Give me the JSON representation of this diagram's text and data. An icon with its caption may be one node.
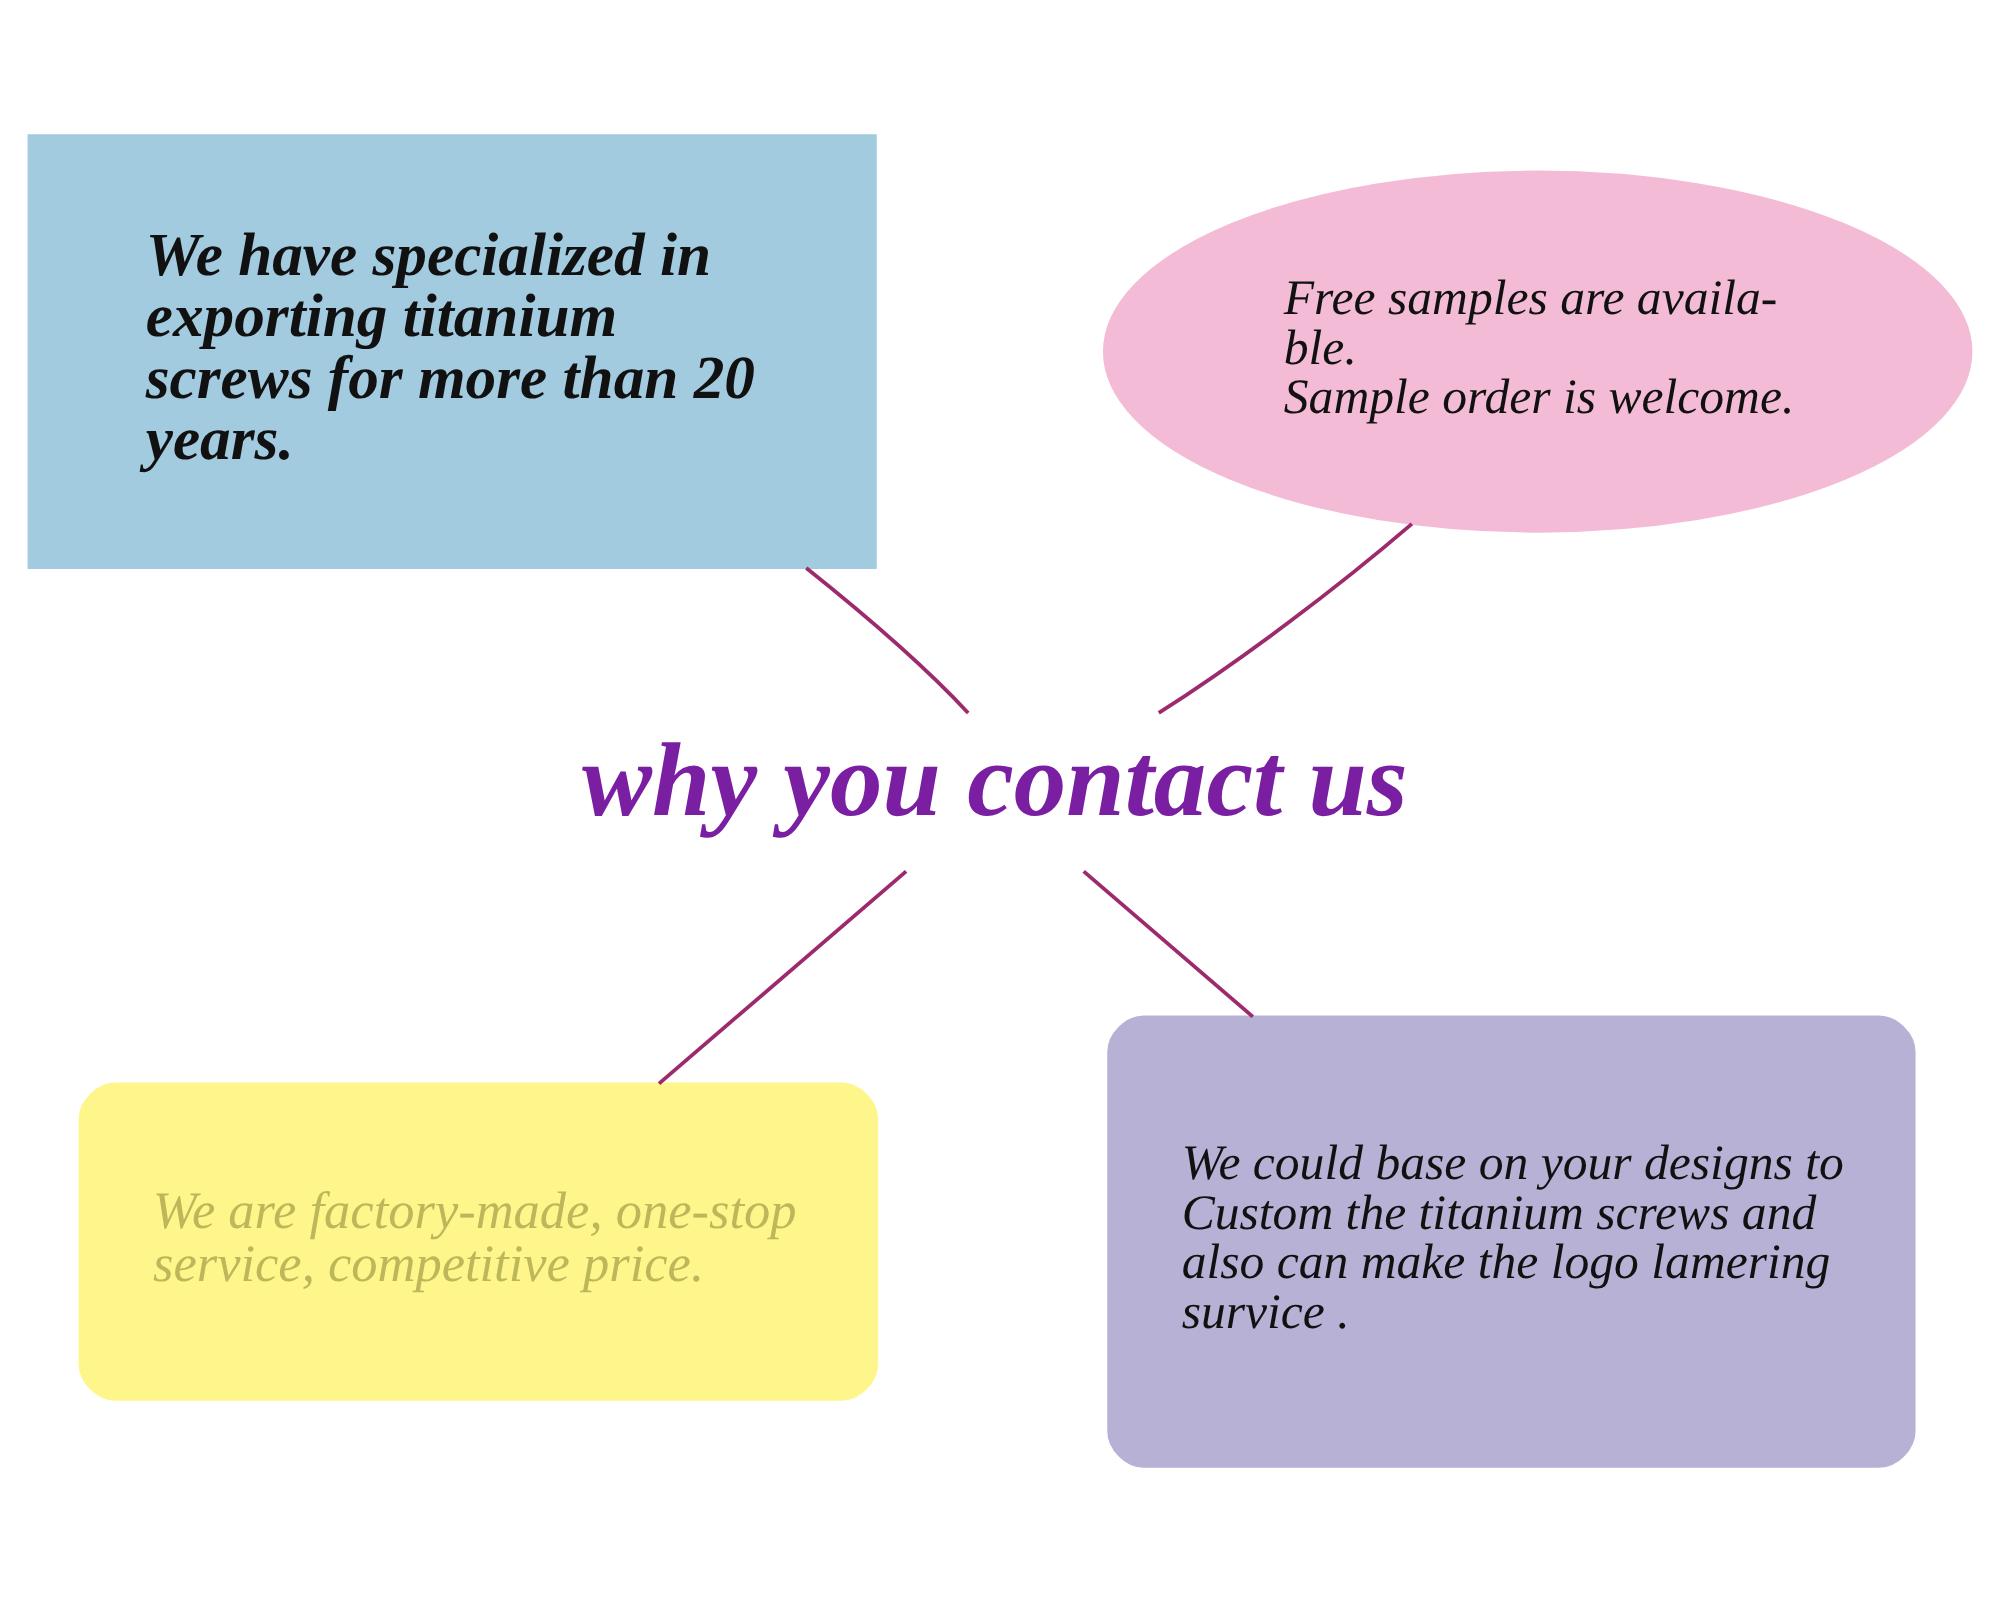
{
  "diagram": {
    "nodes": [
      {
        "text": [
          "why you contact us"
        ]
      },
      {
        "text": [
          "We have specialized in exporting titanium screws for more than 20 years."
        ]
      },
      {
        "text": [
          "Free samples are availa- ble.",
          "Sample order is welcome."
        ]
      },
      {
        "text": [
          "We are factory-made, one-stop service, competitive price."
        ]
      },
      {
        "text": [
          "We could base on your designs to Custom the titanium screws and also can make the logo lamering survice ."
        ]
      }
    ],
    "edges": [
      {
        "from": 0,
        "to": 1,
        "arrow": "none"
      },
      {
        "from": 0,
        "to": 2,
        "arrow": "none"
      },
      {
        "from": 0,
        "to": 3,
        "arrow": "none"
      },
      {
        "from": 0,
        "to": 4,
        "arrow": "none"
      }
    ]
  }
}
